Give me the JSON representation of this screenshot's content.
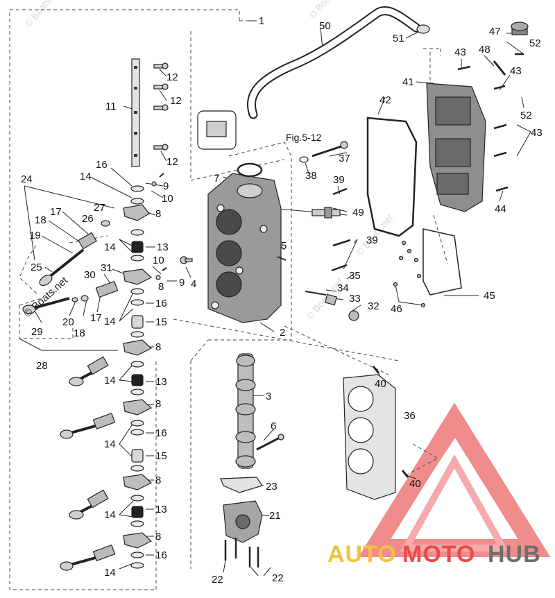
{
  "callouts": {
    "c1": "1",
    "c2": "2",
    "c3": "3",
    "c4": "4",
    "c5": "5",
    "c6": "6",
    "c7": "7",
    "c8a": "8",
    "c8b": "8",
    "c8c": "8",
    "c8d": "8",
    "c8e": "8",
    "c8f": "8",
    "c9a": "9",
    "c9b": "9",
    "c10a": "10",
    "c10b": "10",
    "c11": "11",
    "c12a": "12",
    "c12b": "12",
    "c12c": "12",
    "c13a": "13",
    "c13b": "13",
    "c13c": "13",
    "c14a": "14",
    "c14b": "14",
    "c14c": "14",
    "c14d": "14",
    "c14e": "14",
    "c14f": "14",
    "c14g": "14",
    "c15a": "15",
    "c15b": "15",
    "c16a": "16",
    "c16b": "16",
    "c16c": "16",
    "c16d": "16",
    "c17a": "17",
    "c17b": "17",
    "c18a": "18",
    "c18b": "18",
    "c19": "19",
    "c20": "20",
    "c21": "21",
    "c22a": "22",
    "c22b": "22",
    "c23": "23",
    "c24": "24",
    "c25": "25",
    "c26": "26",
    "c27": "27",
    "c28": "28",
    "c29": "29",
    "c30": "30",
    "c31": "31",
    "c32": "32",
    "c33": "33",
    "c34": "34",
    "c35": "35",
    "c36": "36",
    "c37": "37",
    "c38": "38",
    "c39a": "39",
    "c39b": "39",
    "c40a": "40",
    "c40b": "40",
    "c41": "41",
    "c42": "42",
    "c43a": "43",
    "c43b": "43",
    "c43c": "43",
    "c44": "44",
    "c45": "45",
    "c46": "46",
    "c47": "47",
    "c48": "48",
    "c49": "49",
    "c50": "50",
    "c51": "51",
    "c52a": "52",
    "c52b": "52"
  },
  "figure_reference": "Fig.5-12",
  "watermarks": {
    "boats_net": "© Boats.net",
    "corner_top": "© Boats.net",
    "corner_right": "© Boats.net"
  },
  "brand": {
    "part1": "AUTO",
    "part2": "MOTO",
    "part3": "HUB",
    "colors": {
      "auto": "#f3c241",
      "moto": "#e94b4b",
      "hub": "#6e6e6e",
      "triangle": "#f18a8a"
    }
  }
}
